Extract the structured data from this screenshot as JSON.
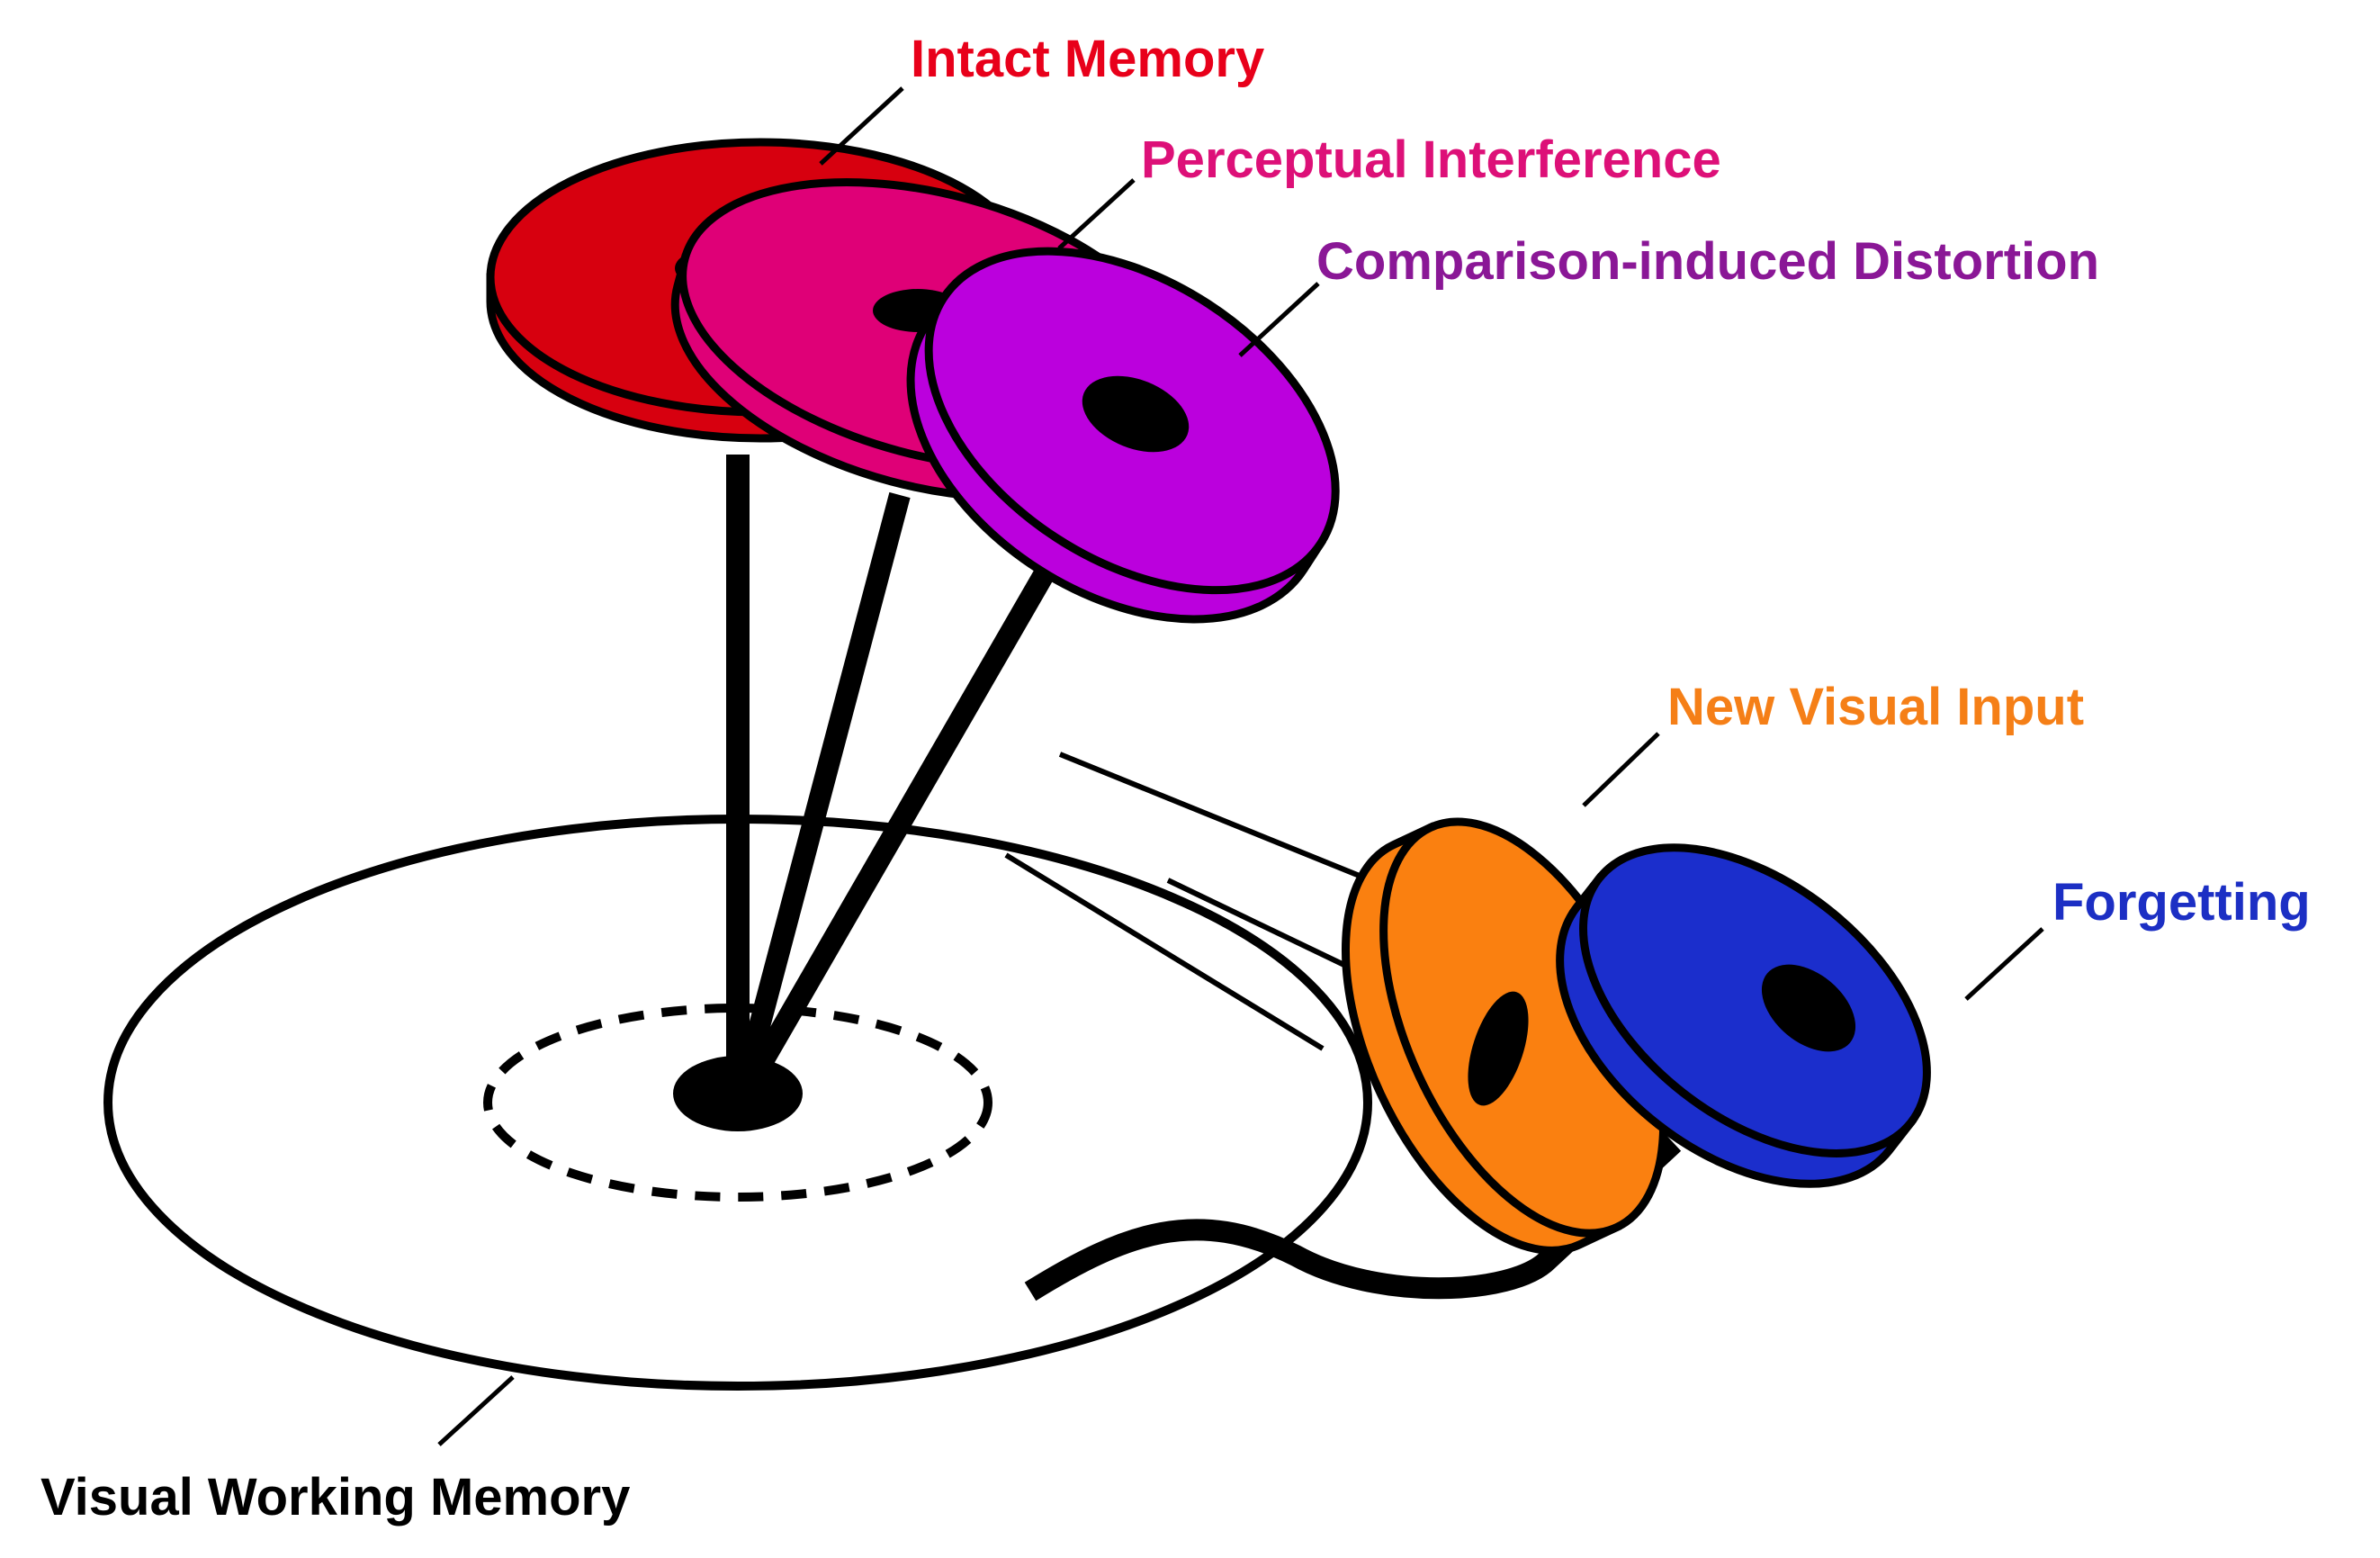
{
  "labels": {
    "intact": "Intact Memory",
    "perceptual": "Perceptual Interference",
    "comparison": "Comparison-induced Distortion",
    "new_input": "New Visual Input",
    "forgetting": "Forgetting",
    "vwm": "Visual Working Memory"
  },
  "colors": {
    "intact": "#d7000f",
    "perceptual": "#df0077",
    "comparison": "#bb00dd",
    "new_input": "#fa8010",
    "forgetting": "#1b2ecc",
    "intact_text": "#e8001a",
    "perceptual_text": "#dd1078",
    "comparison_text": "#8a1796",
    "new_input_text": "#f57f17",
    "forgetting_text": "#1c2fc4",
    "vwm_text": "#000000"
  }
}
